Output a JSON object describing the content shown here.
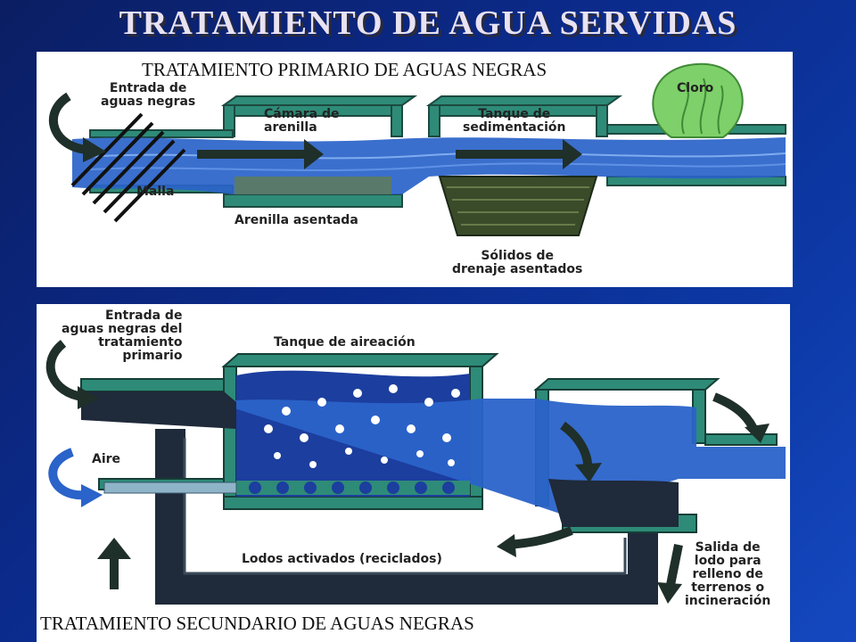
{
  "title": "TRATAMIENTO DE AGUA SERVIDAS",
  "primary": {
    "caption": "TRATAMIENTO PRIMARIO DE AGUAS NEGRAS",
    "labels": {
      "inlet_1": "Entrada de",
      "inlet_2": "aguas negras",
      "grit_chamber_1": "Cámara de",
      "grit_chamber_2": "arenilla",
      "sed_tank_1": "Tanque de",
      "sed_tank_2": "sedimentación",
      "chlorine": "Cloro",
      "screen": "Malla",
      "settled_grit": "Arenilla asentada",
      "solids_1": "Sólidos de",
      "solids_2": "drenaje asentados"
    }
  },
  "secondary": {
    "caption": "TRATAMIENTO SECUNDARIO DE AGUAS NEGRAS",
    "labels": {
      "inlet_1": "Entrada de",
      "inlet_2": "aguas negras del",
      "inlet_3": "tratamiento",
      "inlet_4": "primario",
      "aeration": "Tanque de aireación",
      "air": "Aire",
      "sludge": "Lodos activados (reciclados)",
      "out_1": "Salida de",
      "out_2": "lodo para",
      "out_3": "relleno de",
      "out_4": "terrenos o",
      "out_5": "incineración"
    }
  },
  "colors": {
    "water": "#2a63c9",
    "tank_wall": "#2e8b78",
    "sludge": "#1f2a3a",
    "chlorine": "#7ed06a",
    "arrow": "#1f2f2a"
  }
}
